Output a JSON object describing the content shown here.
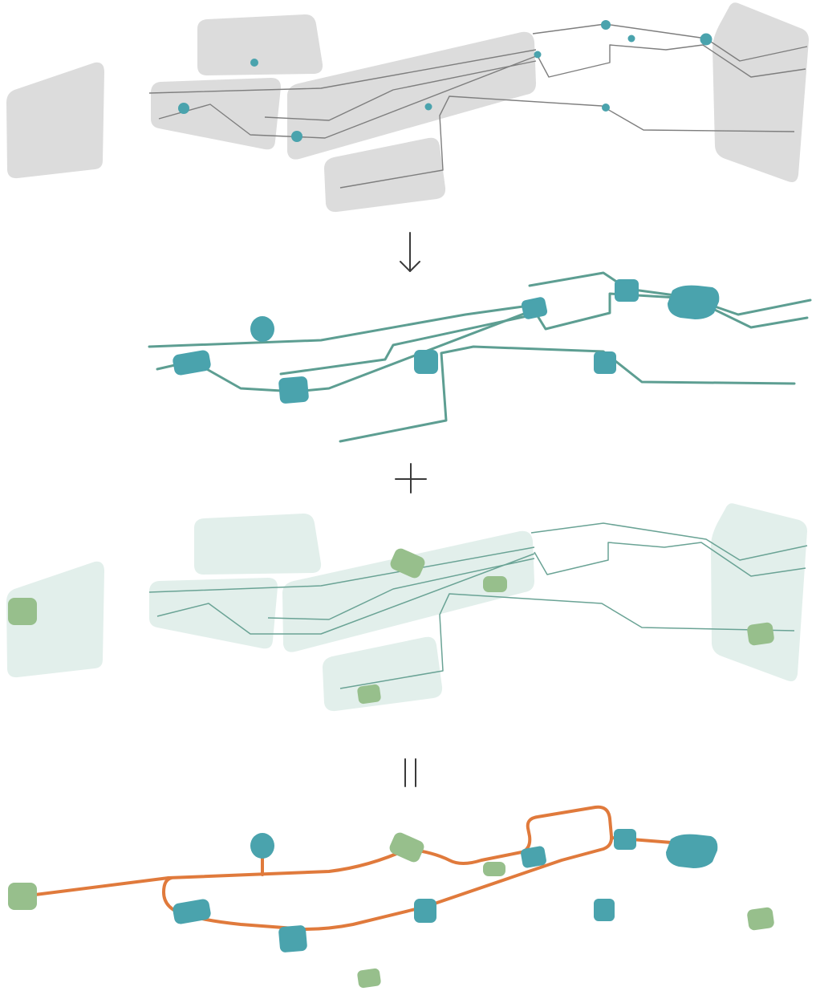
{
  "figure": {
    "description_free": true,
    "panels": [
      {
        "id": "panel-1",
        "role": "existing-zones-and-lines"
      },
      {
        "id": "panel-2",
        "role": "line-network-with-stations"
      },
      {
        "id": "panel-3",
        "role": "zones-with-green-nodes"
      },
      {
        "id": "panel-4",
        "role": "combined-loop"
      }
    ],
    "operators": [
      {
        "symbol": "down-arrow"
      },
      {
        "symbol": "plus"
      },
      {
        "symbol": "equals"
      }
    ]
  },
  "colors": {
    "zone_gray": "#dcdcdc",
    "line_gray": "#7e7e7e",
    "station_teal": "#4aa3ad",
    "network_teal": "#5d9e92",
    "zone_mint": "#e2efeb",
    "node_green": "#97bf8c",
    "loop_orange": "#e07a3c",
    "operator_dark": "#3a3a3a"
  }
}
